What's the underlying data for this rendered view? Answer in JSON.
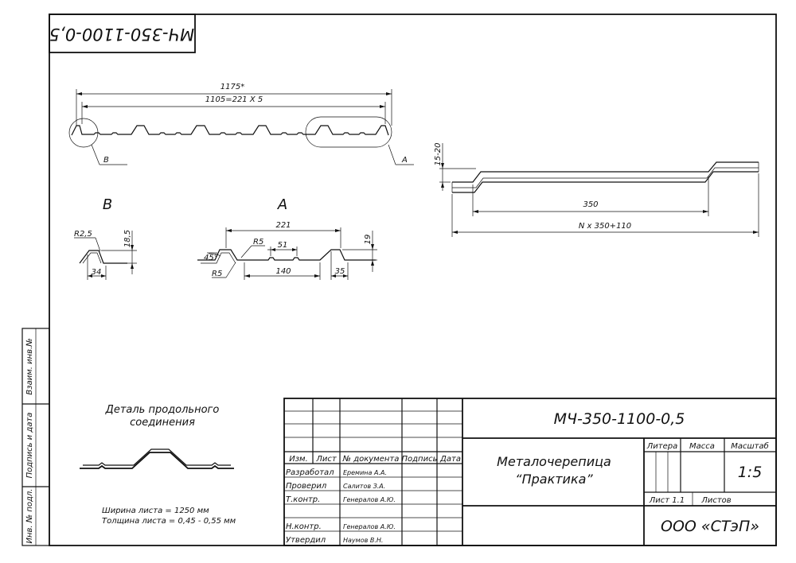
{
  "stamp": {
    "code_rotated": "МЧ-350-1100-0,5"
  },
  "side_fields": {
    "vzaim": "Взаим. инв.№",
    "podpis": "Подпись и дата",
    "inv": "Инв. № подл."
  },
  "top_profile": {
    "overall_dim": "1175*",
    "pitch_dim": "1105=221 X 5",
    "callout_b": "B",
    "callout_a": "A"
  },
  "side_view": {
    "height_dim": "15-20",
    "step_dim": "350",
    "total_dim": "N x 350+110"
  },
  "detail_b": {
    "title": "B",
    "radius": "R2,5",
    "height": "18,5",
    "width": "34"
  },
  "detail_a": {
    "title": "A",
    "pitch": "221",
    "radius_top": "R5",
    "rib": "51",
    "angle": "45°",
    "radius_bottom": "R5",
    "flat": "140",
    "crest": "35",
    "height": "19"
  },
  "joint_detail": {
    "caption_line1": "Деталь продольного",
    "caption_line2": "соединения",
    "spec_width": "Ширина листа = 1250 мм",
    "spec_thickness": "Толщина листа = 0,45 - 0,55 мм"
  },
  "title_block": {
    "headers": {
      "izm": "Изм.",
      "list": "Лист",
      "doc": "№ документа",
      "sign": "Подпись",
      "date": "Дата"
    },
    "rows": [
      {
        "role": "Разработал",
        "name": "Еремина А.А."
      },
      {
        "role": "Проверил",
        "name": "Салитов З.А."
      },
      {
        "role": "Т.контр.",
        "name": "Генералов А.Ю."
      },
      {
        "role": "",
        "name": ""
      },
      {
        "role": "Н.контр.",
        "name": "Генералов А.Ю."
      },
      {
        "role": "Утвердил",
        "name": "Наумов В.Н."
      }
    ],
    "designation": "МЧ-350-1100-0,5",
    "product_line1": "Металочерепица",
    "product_line2": "“Практика”",
    "litera_label": "Литера",
    "mass_label": "Масса",
    "scale_label": "Масштаб",
    "scale_value": "1:5",
    "sheet_label": "Лист 1.1",
    "sheets_label": "Листов",
    "company": "ООО «СТэП»"
  }
}
